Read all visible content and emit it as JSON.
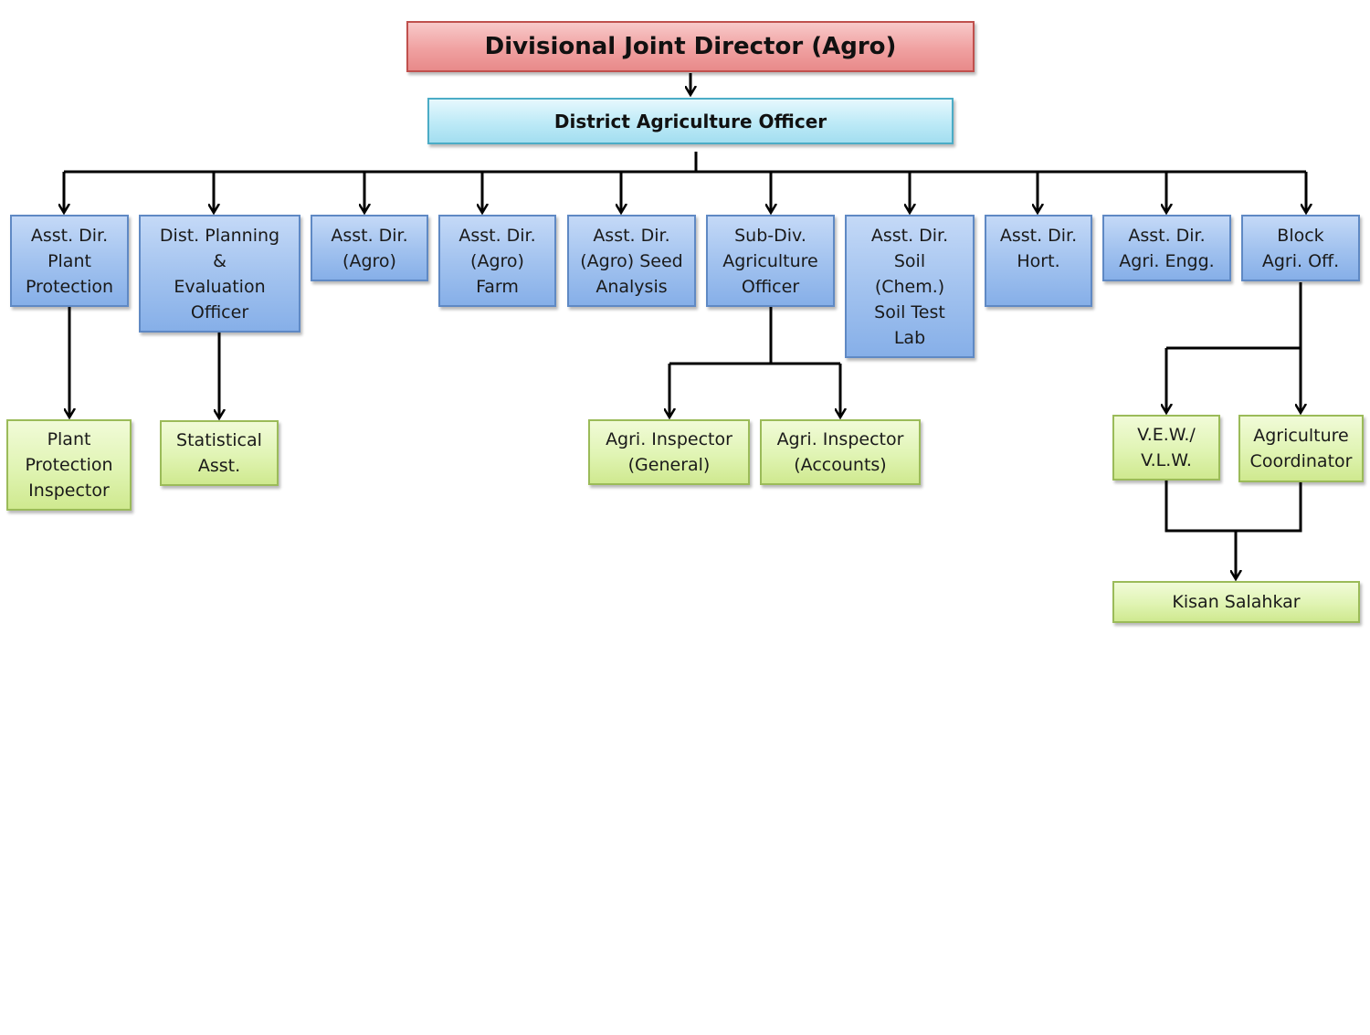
{
  "chart": {
    "director": "Divisional Joint Director (Agro)",
    "dao": "District Agriculture Officer",
    "units": [
      "Asst. Dir.\nPlant\nProtection",
      "Dist. Planning\n&\nEvaluation\nOfficer",
      "Asst. Dir.\n(Agro)",
      "Asst. Dir.\n(Agro)\nFarm",
      "Asst. Dir.\n(Agro) Seed\nAnalysis",
      "Sub-Div.\nAgriculture\nOfficer",
      "Asst. Dir.\nSoil\n(Chem.)\nSoil Test\nLab",
      "Asst. Dir.\nHort.",
      "Asst. Dir.\nAgri. Engg.",
      "Block\nAgri. Off."
    ],
    "staff": {
      "ppi": "Plant\nProtection\nInspector",
      "stat_asst": "Statistical\nAsst.",
      "ai_general": "Agri. Inspector\n(General)",
      "ai_accounts": "Agri. Inspector\n(Accounts)",
      "vew": "V.E.W./\nV.L.W.",
      "coordinator": "Agriculture\nCoordinator",
      "kisan": "Kisan Salahkar"
    },
    "colors": {
      "top": "#f0a1a1",
      "dao": "#bdeaf7",
      "unit": "#a3c3ef",
      "staff": "#e0f4b3",
      "connector": "#000000"
    }
  }
}
